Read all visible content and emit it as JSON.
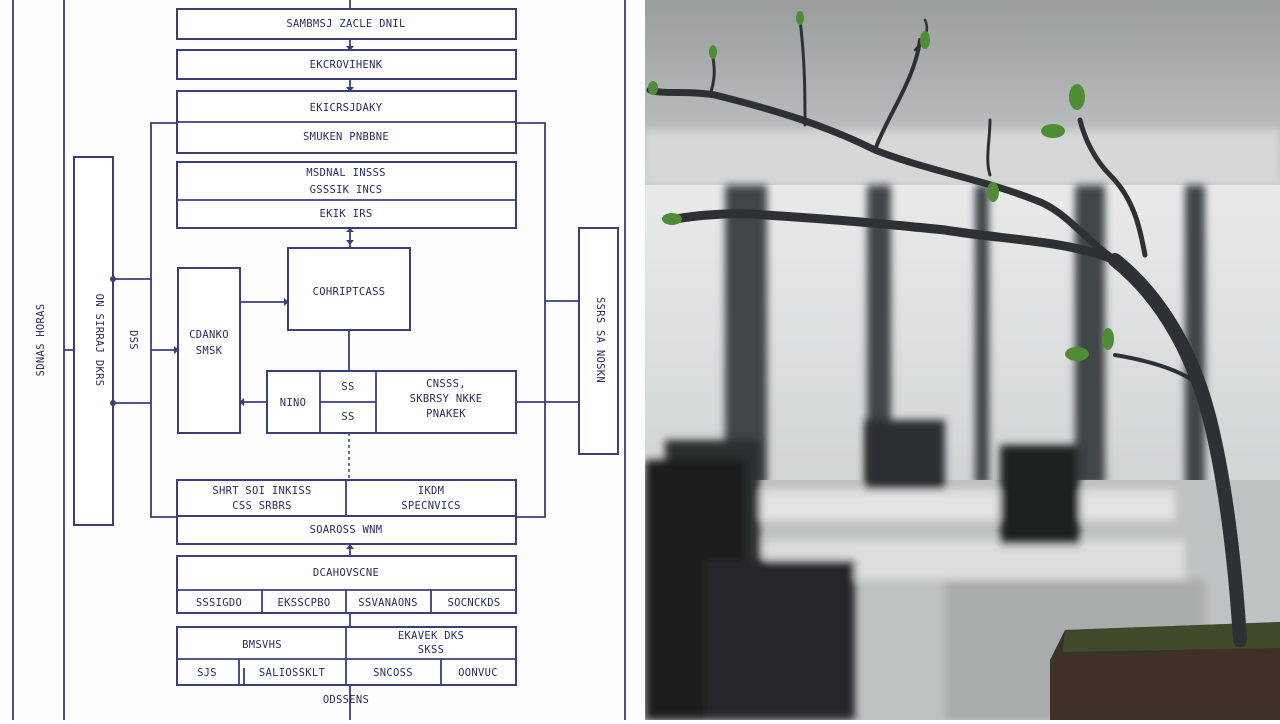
{
  "diagram": {
    "top1": "SAMBMSJ ZACLE DNIL",
    "top2": "EKCROVIHENK",
    "b3a": "EKICRSJDAKY",
    "b3b": "SMUKEN PNBBNE",
    "b4a1": "MSDNAL INSSS",
    "b4a2": "GSSSIK INCS",
    "b4b": "EKIK IRS",
    "center": "COHRIPTCASS",
    "leftmid1": "CDANKO",
    "leftmid2": "SMSK",
    "row1_left": "NINO",
    "row1_mid_top": "SS",
    "row1_mid_bot": "SS",
    "row1_right1": "CNSSS,",
    "row1_right2": "SKBRSY NKKE",
    "row1_right3": "PNAKEK",
    "leftbox_text": "ON SIRRAJ DKRS",
    "leftbox_small": "DSS",
    "rightbox_text": "SSRS SA NOSKN",
    "leftedge_text": "SDNAS HORAS",
    "lower1_l1": "SHRT SOI INKISS",
    "lower1_l2": "CSS SRBRS",
    "lower1_r1": "IKDM",
    "lower1_r2": "SPECNVICS",
    "lower2": "SOAROSS WNM",
    "lower3_top": "DCAHOVSCNE",
    "lower3_c1": "SSSIGDO",
    "lower3_c2": "EKSSCPBO",
    "lower3_c3": "SSVANAONS",
    "lower3_c4": "SOCNCKDS",
    "lower4_l": "BMSVHS",
    "lower4_r1": "EKAVEK DKS",
    "lower4_r2": "SKSS",
    "lower5_c1": "SJS",
    "lower5_c2": "SALIOSSKLT",
    "lower5_c3": "SNCOSS",
    "lower5_c4": "OONVUC",
    "bottom": "ODSSENS"
  },
  "colors": {
    "ink": "#3b3f78",
    "paper": "#ffffff"
  },
  "photo": {
    "subject": "bonsai tree branch in blurred office"
  }
}
